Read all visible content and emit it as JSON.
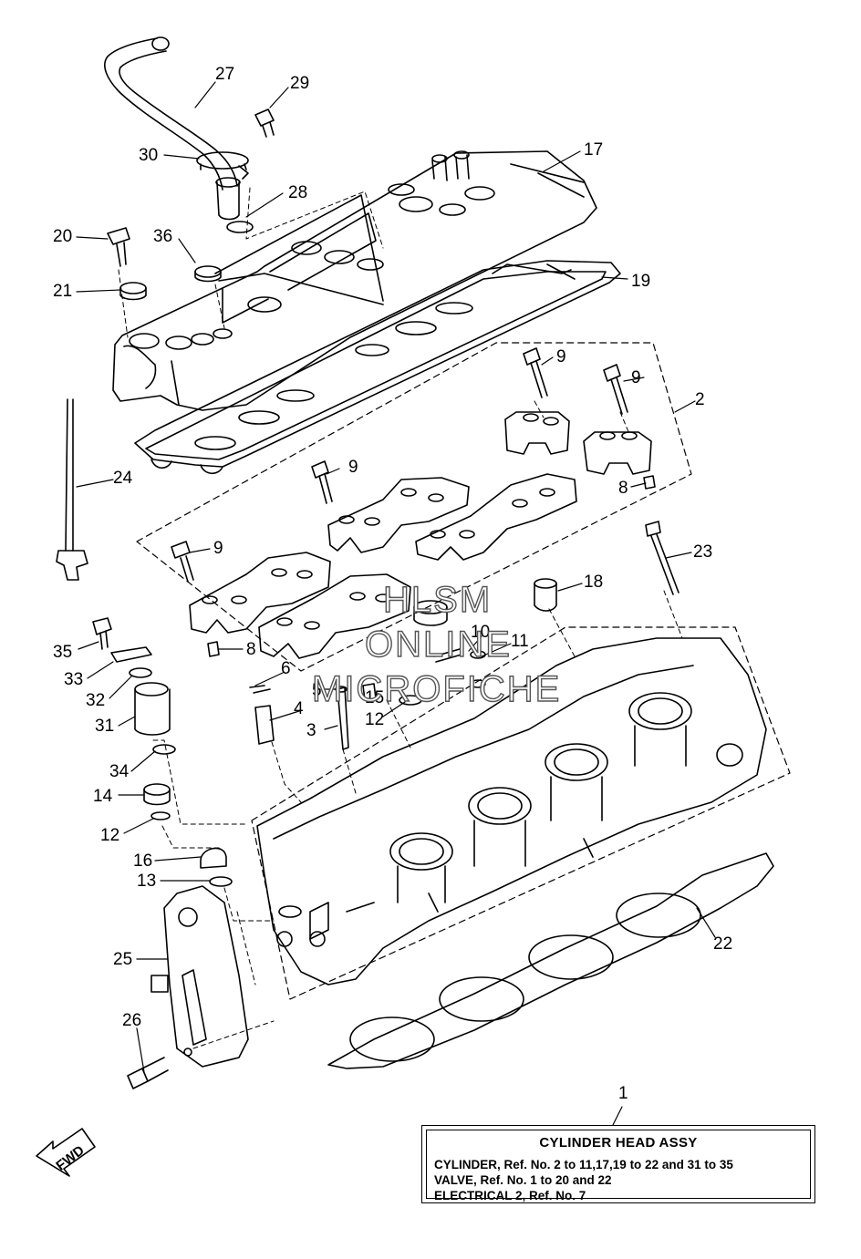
{
  "diagram": {
    "callouts": [
      {
        "id": "c27",
        "text": "27"
      },
      {
        "id": "c29",
        "text": "29"
      },
      {
        "id": "c30",
        "text": "30"
      },
      {
        "id": "c17",
        "text": "17"
      },
      {
        "id": "c28",
        "text": "28"
      },
      {
        "id": "c20",
        "text": "20"
      },
      {
        "id": "c36",
        "text": "36"
      },
      {
        "id": "c21",
        "text": "21"
      },
      {
        "id": "c19",
        "text": "19"
      },
      {
        "id": "c9a",
        "text": "9"
      },
      {
        "id": "c9b",
        "text": "9"
      },
      {
        "id": "c2",
        "text": "2"
      },
      {
        "id": "c24",
        "text": "24"
      },
      {
        "id": "c9c",
        "text": "9"
      },
      {
        "id": "c8a",
        "text": "8"
      },
      {
        "id": "c9d",
        "text": "9"
      },
      {
        "id": "c23",
        "text": "23"
      },
      {
        "id": "c18",
        "text": "18"
      },
      {
        "id": "c8b",
        "text": "8"
      },
      {
        "id": "c35",
        "text": "35"
      },
      {
        "id": "c10",
        "text": "10"
      },
      {
        "id": "c11",
        "text": "11"
      },
      {
        "id": "c33",
        "text": "33"
      },
      {
        "id": "c6",
        "text": "6"
      },
      {
        "id": "c32",
        "text": "32"
      },
      {
        "id": "c5a",
        "text": "5"
      },
      {
        "id": "c15",
        "text": "15"
      },
      {
        "id": "c4",
        "text": "4"
      },
      {
        "id": "c31",
        "text": "31"
      },
      {
        "id": "c3",
        "text": "3"
      },
      {
        "id": "c12a",
        "text": "12"
      },
      {
        "id": "c34",
        "text": "34"
      },
      {
        "id": "c14",
        "text": "14"
      },
      {
        "id": "c12b",
        "text": "12"
      },
      {
        "id": "c16",
        "text": "16"
      },
      {
        "id": "c13",
        "text": "13"
      },
      {
        "id": "c22",
        "text": "22"
      },
      {
        "id": "c25",
        "text": "25"
      },
      {
        "id": "c26",
        "text": "26"
      },
      {
        "id": "c1",
        "text": "1"
      }
    ],
    "watermark": [
      "HLSM",
      "ONLINE",
      "MICROFICHE"
    ],
    "fwd_label": "FWD"
  },
  "legend": {
    "title": "CYLINDER HEAD ASSY",
    "lines": [
      "CYLINDER, Ref. No. 2 to 11,17,19 to 22 and 31 to 35",
      "VALVE, Ref. No. 1 to 20 and 22",
      "ELECTRICAL 2, Ref. No. 7"
    ]
  }
}
